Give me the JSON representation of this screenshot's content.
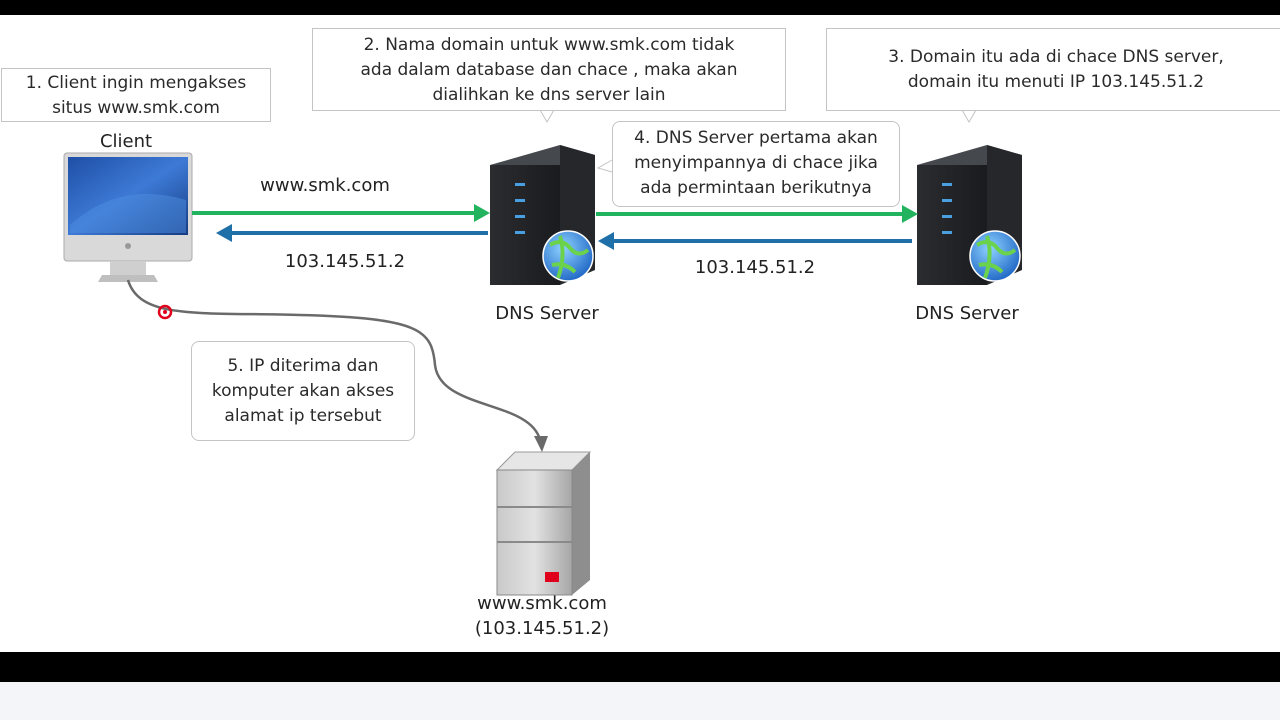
{
  "callouts": {
    "step1": [
      "1. Client ingin mengakses",
      "situs www.smk.com"
    ],
    "step2": [
      "2. Nama domain untuk www.smk.com tidak",
      "ada dalam database dan chace , maka akan",
      "dialihkan ke dns server lain"
    ],
    "step3": [
      "3. Domain itu ada di chace DNS server,",
      "domain itu menuti IP 103.145.51.2"
    ],
    "step4": [
      "4. DNS Server pertama akan",
      "menyimpannya di chace jika",
      "ada permintaan berikutnya"
    ],
    "step5": [
      "5. IP diterima dan",
      "komputer akan akses",
      "alamat ip tersebut"
    ]
  },
  "nodes": {
    "client": "Client",
    "dns1": "DNS Server",
    "dns2": "DNS Server",
    "web_server_name": "www.smk.com",
    "web_server_ip": "(103.145.51.2)"
  },
  "arrows": {
    "request": "www.smk.com",
    "response1": "103.145.51.2",
    "response2": "103.145.51.2"
  },
  "colors": {
    "request_arrow": "#22b35e",
    "response_arrow": "#1f6fa8",
    "cursor": "#e0001b"
  }
}
